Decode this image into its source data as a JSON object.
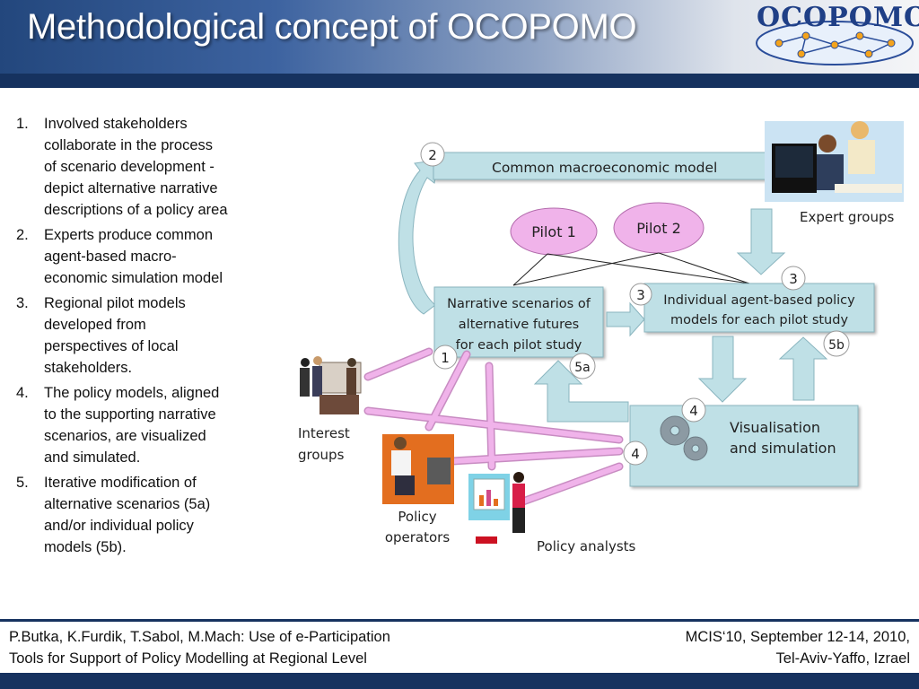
{
  "slide": {
    "title": "Methodological concept of OCOPOMO",
    "logo_text": "OCOPOMO"
  },
  "steps": [
    {
      "num": "1.",
      "lines": [
        "Involved stakeholders",
        "collaborate in the process",
        "of scenario development -",
        "depict alternative narrative",
        "descriptions of a policy area"
      ]
    },
    {
      "num": "2.",
      "lines": [
        "Experts produce common",
        "agent-based macro-",
        "economic simulation model"
      ]
    },
    {
      "num": "3.",
      "lines": [
        "Regional pilot models",
        "developed from",
        "perspectives of local",
        "stakeholders."
      ]
    },
    {
      "num": "4.",
      "lines": [
        "The policy models, aligned",
        "to the supporting narrative",
        "scenarios, are visualized",
        "and simulated."
      ]
    },
    {
      "num": "5.",
      "lines": [
        "Iterative modification of",
        "alternative scenarios (5a)",
        "and/or individual policy",
        "models (5b)."
      ]
    }
  ],
  "diagram": {
    "macro_model": "Common macroeconomic model",
    "expert_groups": "Expert groups",
    "pilot1": "Pilot 1",
    "pilot2": "Pilot 2",
    "narrative": [
      "Narrative scenarios of",
      "alternative futures",
      "for each pilot study"
    ],
    "individual": [
      "Individual agent-based policy",
      "models for each pilot study"
    ],
    "visualisation": [
      "Visualisation",
      "and simulation"
    ],
    "interest_groups": [
      "Interest",
      "groups"
    ],
    "policy_operators": [
      "Policy",
      "operators"
    ],
    "policy_analysts": "Policy analysts",
    "badges": {
      "b2": "2",
      "b3a": "3",
      "b3b": "3",
      "b1": "1",
      "b5a": "5a",
      "b5b": "5b",
      "b4a": "4",
      "b4b": "4"
    }
  },
  "footer": {
    "left_line1": "P.Butka, K.Furdik, T.Sabol, M.Mach: Use of e-Participation",
    "left_line2": "Tools for Support of Policy Modelling at Regional Level",
    "right_line1": "MCIS‘10, September 12-14, 2010,",
    "right_line2": "Tel-Aviv-Yaffo, Izrael"
  },
  "colors": {
    "header_dark": "#16325f",
    "box_fill": "#bfe0e6",
    "pilot_fill": "#f0b3ea",
    "link_arrow": "#f0b3ea",
    "badge_fill": "#ffffff"
  }
}
